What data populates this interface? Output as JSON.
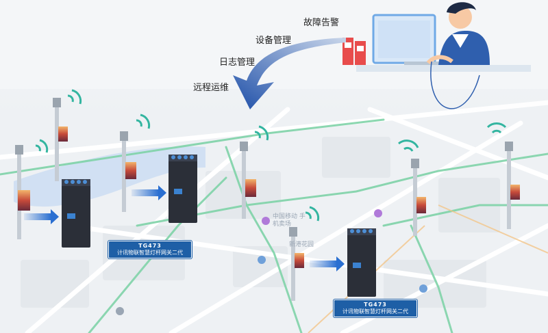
{
  "functions": {
    "alarm": "故障告警",
    "device_mgmt": "设备管理",
    "log_mgmt": "日志管理",
    "remote_ops": "远程运维"
  },
  "gateways": [
    {
      "model": "TG473",
      "desc": "计讯物联智慧灯杆网关二代"
    },
    {
      "model": "TG473",
      "desc": "计讯物联智慧灯杆网关二代"
    }
  ],
  "map_labels": {
    "area": "中国移动 手机卖场",
    "estate": "新港花园"
  },
  "colors": {
    "arrow_blue": "#2a6fd1",
    "label_blue": "#1e5fa6",
    "device_dark": "#2b2f38",
    "road_green": "#7fd3a8",
    "monitor_blue": "#6fa9e6"
  }
}
